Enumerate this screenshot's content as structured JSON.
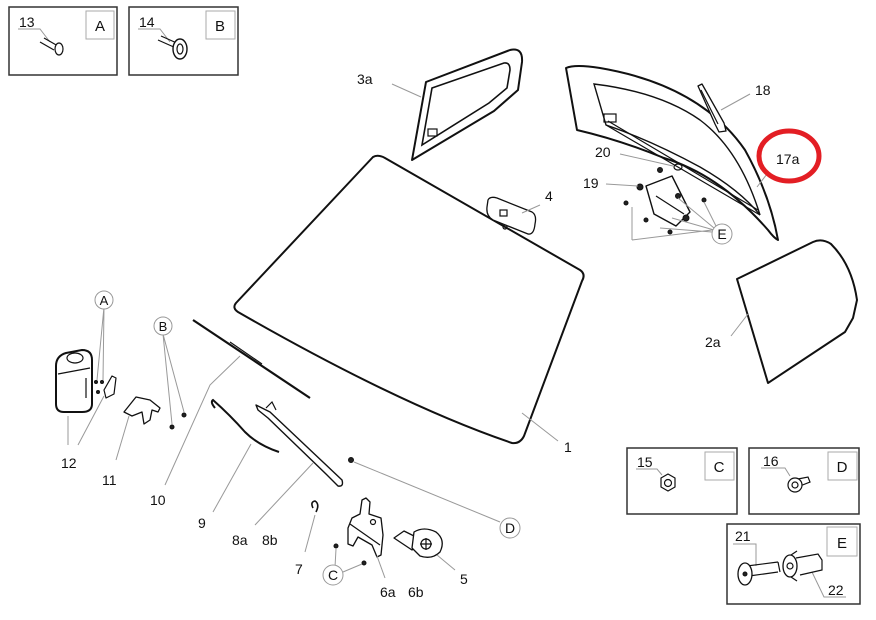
{
  "diagram": {
    "title": "Windscreen, windows and wiper parts diagram",
    "highlight_color": "#e31e24",
    "highlighted_part": "17a",
    "detail_boxes": [
      {
        "part": "13",
        "letter": "A"
      },
      {
        "part": "14",
        "letter": "B"
      },
      {
        "part": "15",
        "letter": "C"
      },
      {
        "part": "16",
        "letter": "D"
      },
      {
        "parts": [
          "21",
          "22"
        ],
        "letter": "E"
      }
    ],
    "callouts": {
      "p1": "1",
      "p2a": "2a",
      "p3a": "3a",
      "p4": "4",
      "p5": "5",
      "p6a": "6a",
      "p6b": "6b",
      "p7": "7",
      "p8a": "8a",
      "p8b": "8b",
      "p9": "9",
      "p10": "10",
      "p11": "11",
      "p12": "12",
      "p17a": "17a",
      "p18": "18",
      "p19": "19",
      "p20": "20",
      "p21": "21",
      "p22": "22",
      "p13": "13",
      "p14": "14",
      "p15": "15",
      "p16": "16"
    },
    "fastener_refs": {
      "A": "A",
      "B": "B",
      "C": "C",
      "D": "D",
      "E": "E"
    }
  }
}
